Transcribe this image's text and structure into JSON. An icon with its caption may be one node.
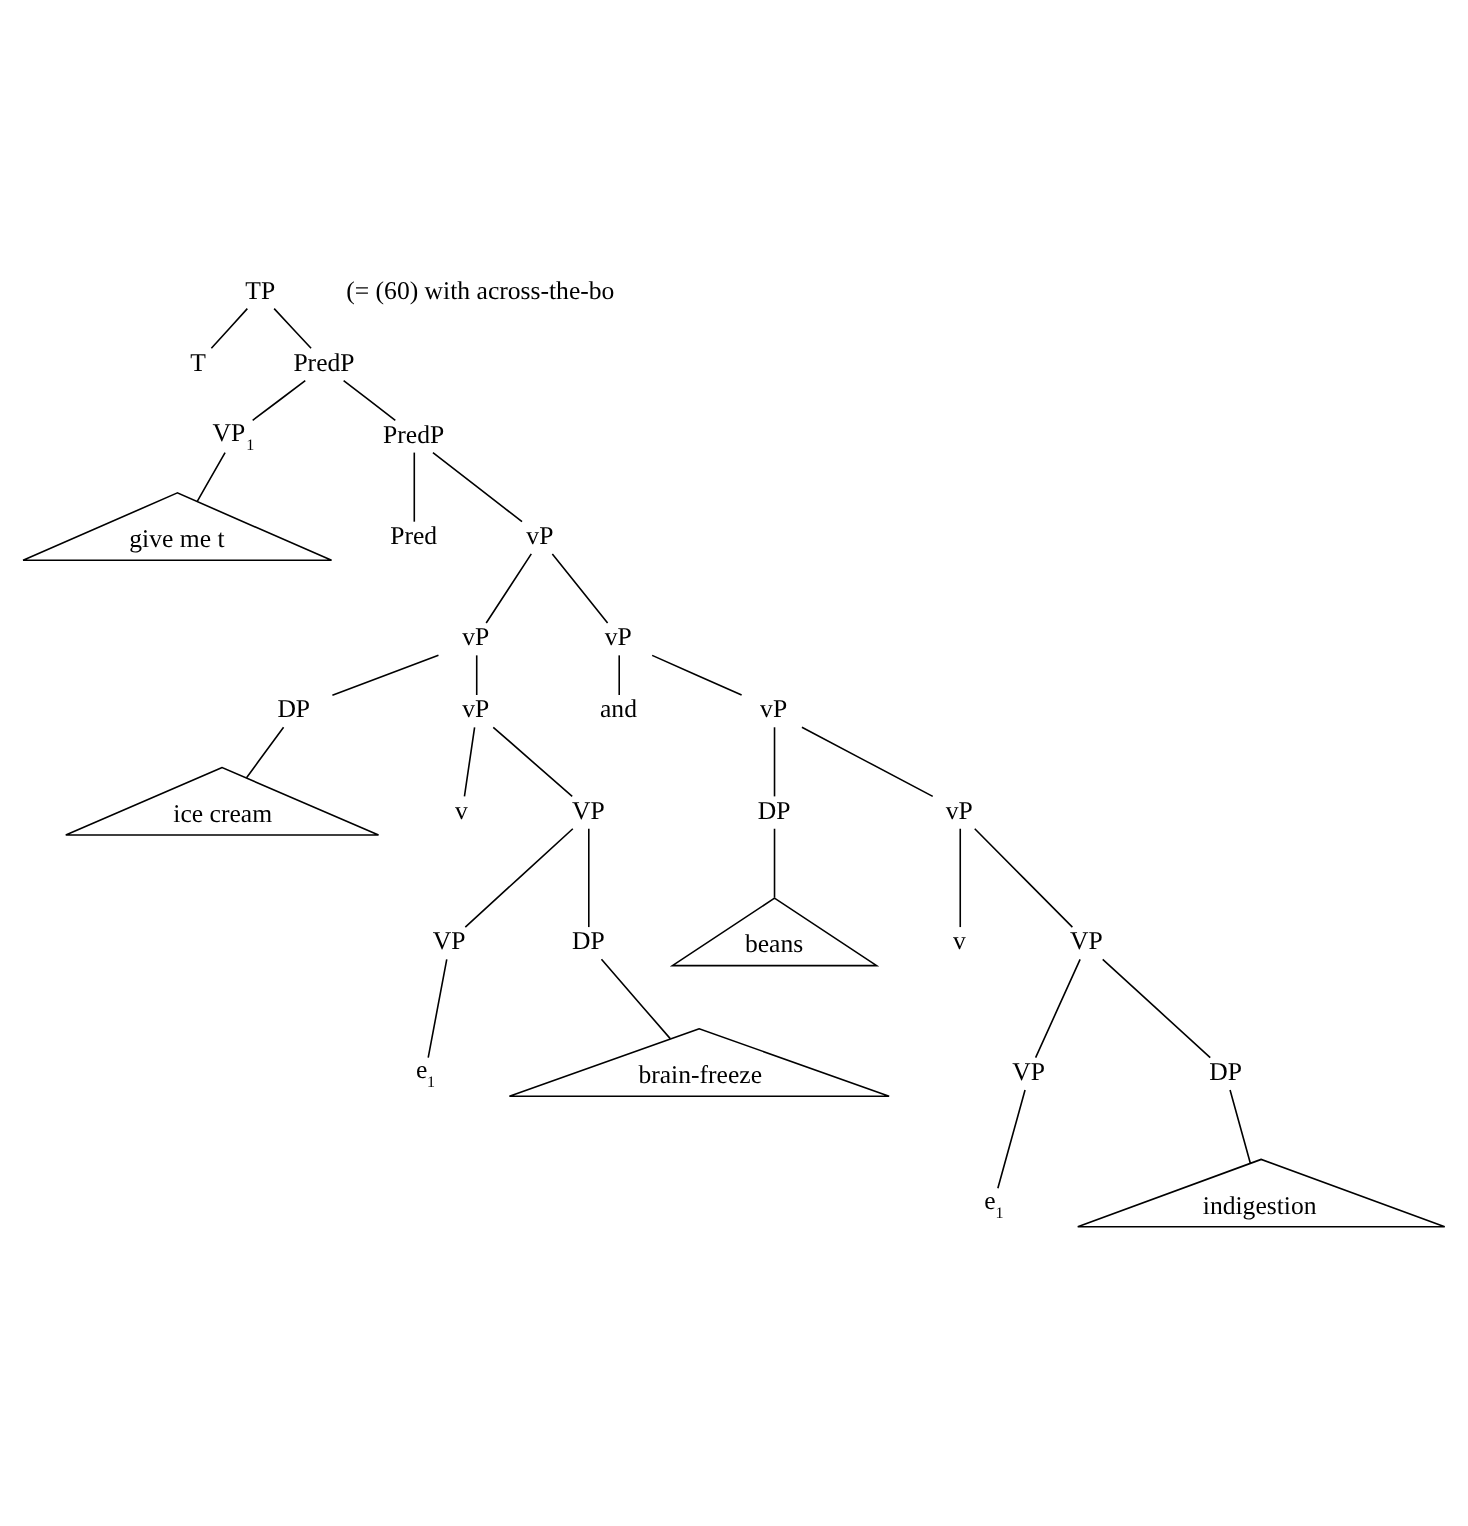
{
  "diagram": {
    "nodes": [
      {
        "text": [
          "TP"
        ]
      },
      {
        "text": [
          "T"
        ]
      },
      {
        "text": [
          "PredP"
        ]
      },
      {
        "text": [
          "VP$_{1}$"
        ]
      },
      {
        "text": [
          "PredP"
        ]
      },
      {
        "text": [
          "give me t"
        ]
      },
      {
        "text": [
          "Pred"
        ]
      },
      {
        "text": [
          "vP"
        ]
      },
      {
        "text": [
          "vP"
        ]
      },
      {
        "text": [
          "vP"
        ]
      },
      {
        "text": [
          "DP"
        ]
      },
      {
        "text": [
          "vP"
        ]
      },
      {
        "text": [
          "and"
        ]
      },
      {
        "text": [
          "vP"
        ]
      },
      {
        "text": [
          "ice cream"
        ]
      },
      {
        "text": [
          "v"
        ]
      },
      {
        "text": [
          "VP"
        ]
      },
      {
        "text": [
          "DP"
        ]
      },
      {
        "text": [
          "vP"
        ]
      },
      {
        "text": [
          "VP"
        ]
      },
      {
        "text": [
          "DP"
        ]
      },
      {
        "text": [
          "beans"
        ]
      },
      {
        "text": [
          "v"
        ]
      },
      {
        "text": [
          "VP"
        ]
      },
      {
        "text": [
          "e$_{1}$"
        ]
      },
      {
        "text": [
          "brain-freeze"
        ]
      },
      {
        "text": [
          "VP"
        ]
      },
      {
        "text": [
          "DP"
        ]
      },
      {
        "text": [
          "e$_{1}$"
        ]
      },
      {
        "text": [
          "indigestion"
        ]
      }
    ],
    "edges": [
      {
        "from": 0,
        "to": 1,
        "arrow": "none"
      },
      {
        "from": 0,
        "to": 2,
        "arrow": "none"
      },
      {
        "from": 2,
        "to": 3,
        "arrow": "none"
      },
      {
        "from": 2,
        "to": 4,
        "arrow": "none"
      },
      {
        "from": 3,
        "to": 5,
        "arrow": "none"
      },
      {
        "from": 4,
        "to": 6,
        "arrow": "none"
      },
      {
        "from": 4,
        "to": 7,
        "arrow": "none"
      },
      {
        "from": 7,
        "to": 8,
        "arrow": "none"
      },
      {
        "from": 7,
        "to": 9,
        "arrow": "none"
      },
      {
        "from": 8,
        "to": 10,
        "arrow": "none"
      },
      {
        "from": 8,
        "to": 11,
        "arrow": "none"
      },
      {
        "from": 9,
        "to": 12,
        "arrow": "none"
      },
      {
        "from": 9,
        "to": 13,
        "arrow": "none"
      },
      {
        "from": 10,
        "to": 14,
        "arrow": "none"
      },
      {
        "from": 11,
        "to": 15,
        "arrow": "none"
      },
      {
        "from": 11,
        "to": 16,
        "arrow": "none"
      },
      {
        "from": 13,
        "to": 17,
        "arrow": "none"
      },
      {
        "from": 13,
        "to": 18,
        "arrow": "none"
      },
      {
        "from": 16,
        "to": 19,
        "arrow": "none"
      },
      {
        "from": 16,
        "to": 20,
        "arrow": "none"
      },
      {
        "from": 17,
        "to": 21,
        "arrow": "none"
      },
      {
        "from": 18,
        "to": 22,
        "arrow": "none"
      },
      {
        "from": 18,
        "to": 23,
        "arrow": "none"
      },
      {
        "from": 19,
        "to": 24,
        "arrow": "none"
      },
      {
        "from": 20,
        "to": 25,
        "arrow": "none"
      },
      {
        "from": 23,
        "to": 26,
        "arrow": "none"
      },
      {
        "from": 23,
        "to": 27,
        "arrow": "none"
      },
      {
        "from": 26,
        "to": 28,
        "arrow": "none"
      },
      {
        "from": 27,
        "to": 29,
        "arrow": "none"
      }
    ],
    "labels": [
      "(= (60) with across-the-bo"
    ]
  }
}
